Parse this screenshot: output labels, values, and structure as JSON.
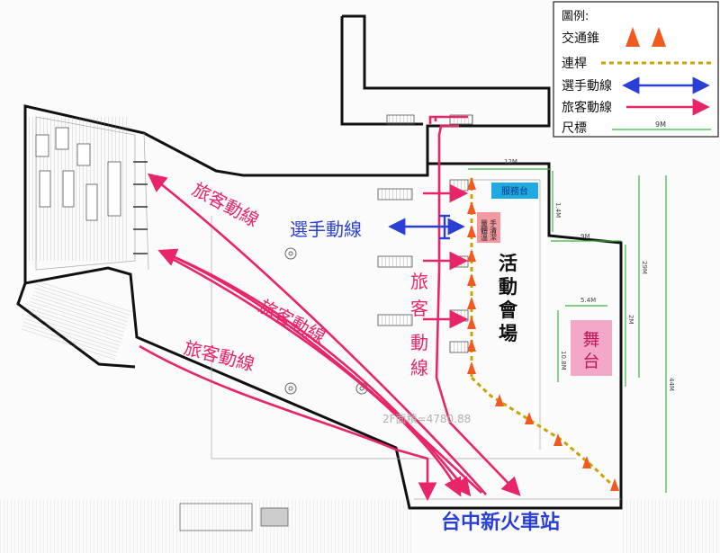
{
  "legend": {
    "title": "圖例:",
    "cone": "交通錐",
    "bar": "連桿",
    "athlete_route": "選手動線",
    "passenger_route": "旅客動線",
    "scale": "尺標",
    "scale_value": "9M"
  },
  "labels": {
    "passenger_route_1": "旅客動線",
    "passenger_route_2": "旅客動線",
    "passenger_route_3": "旅客動線",
    "passenger_route_vertical": [
      "旅",
      "客",
      "動",
      "線"
    ],
    "athlete_route": "選手動線",
    "event_area": [
      "活",
      "動",
      "會",
      "場"
    ],
    "stage": [
      "舞",
      "台"
    ],
    "service_desk": "服務台",
    "hand_cleaning": [
      "手清潔",
      "量體溫"
    ],
    "station": "台中新火車站",
    "floor_area": "2F面積=4780.88"
  },
  "dimensions": {
    "top_width": "12M",
    "mid_width": "9M",
    "small_vertical": "1.4M",
    "right_29": "29M",
    "right_2": "2M",
    "right_44": "44M",
    "stage_width": "5.4M",
    "stage_height": "10.8M"
  },
  "colors": {
    "athlete": "#2a3fd6",
    "passenger": "#e8246a",
    "cone": "#f05a1e",
    "scale": "#39b54a",
    "stage_fill": "#f3a7c9",
    "service_fill": "#21a9e1",
    "clean_fill": "#f39aa0"
  }
}
